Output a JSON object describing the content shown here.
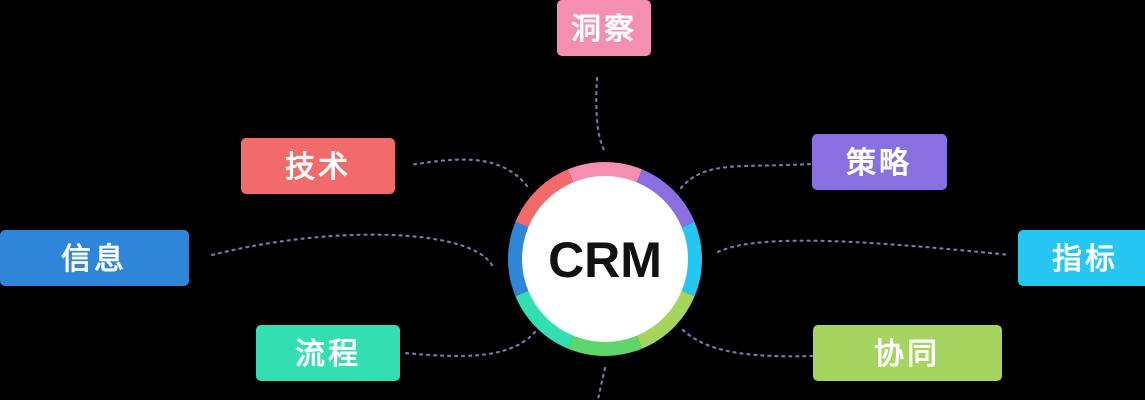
{
  "center": {
    "label": "CRM",
    "ring_segments": [
      {
        "color": "#f48fb1"
      },
      {
        "color": "#8a6fe0"
      },
      {
        "color": "#26c6f2"
      },
      {
        "color": "#a5d55e"
      },
      {
        "color": "#5fd66b"
      },
      {
        "color": "#33dfb1"
      },
      {
        "color": "#2f86d8"
      },
      {
        "color": "#f26a6a"
      }
    ]
  },
  "nodes": [
    {
      "id": "insight",
      "label": "洞察",
      "color": "#f48fb1"
    },
    {
      "id": "strategy",
      "label": "策略",
      "color": "#8a6fe0"
    },
    {
      "id": "metrics",
      "label": "指标",
      "color": "#26c6f2"
    },
    {
      "id": "collaboration",
      "label": "协同",
      "color": "#a5d55e"
    },
    {
      "id": "technology",
      "label": "技术",
      "color": "#f26a6a"
    },
    {
      "id": "information",
      "label": "信息",
      "color": "#2f86d8"
    },
    {
      "id": "process",
      "label": "流程",
      "color": "#33dfb1"
    }
  ]
}
